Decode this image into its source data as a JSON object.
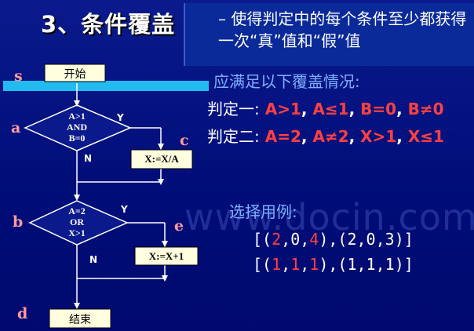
{
  "slide": {
    "title": "3、条件覆盖",
    "description": "– 使得判定中的每个条件至少都获得一次“真”值和“假”值",
    "heading": "应满足以下覆盖情况:",
    "decision1": {
      "label": "判定一:",
      "conditions": [
        "A>1",
        "A≤1",
        "B=0",
        "B≠0"
      ]
    },
    "decision2": {
      "label": "判定二:",
      "conditions": [
        "A=2",
        "A≠2",
        "X>1",
        "X≤1"
      ]
    },
    "cases_heading": "选择用例:",
    "case1": {
      "a": [
        "2",
        "0",
        "4"
      ],
      "b": [
        "2",
        "0",
        "3"
      ]
    },
    "case2": {
      "a": [
        "1",
        "1",
        "1"
      ],
      "b": [
        "1",
        "1",
        "1"
      ]
    },
    "watermark": "www.docin.com"
  },
  "flowchart": {
    "path_labels": {
      "s": "s",
      "a": "a",
      "b": "b",
      "c": "c",
      "d": "d",
      "e": "e"
    },
    "start": "开始",
    "end": "结束",
    "diamond1": [
      "A>1",
      "AND",
      "B=0"
    ],
    "diamond2": [
      "A=2",
      "OR",
      "X>1"
    ],
    "box1": "X:=X/A",
    "box2": "X:=X+1",
    "yes": "Y",
    "no": "N"
  },
  "colors": {
    "background": "#000d78",
    "cyan_bar": "#22bbf0",
    "highlight": "#ff4040",
    "label_pink": "#ff9aa0",
    "heading_blue": "#7fb0ff"
  }
}
